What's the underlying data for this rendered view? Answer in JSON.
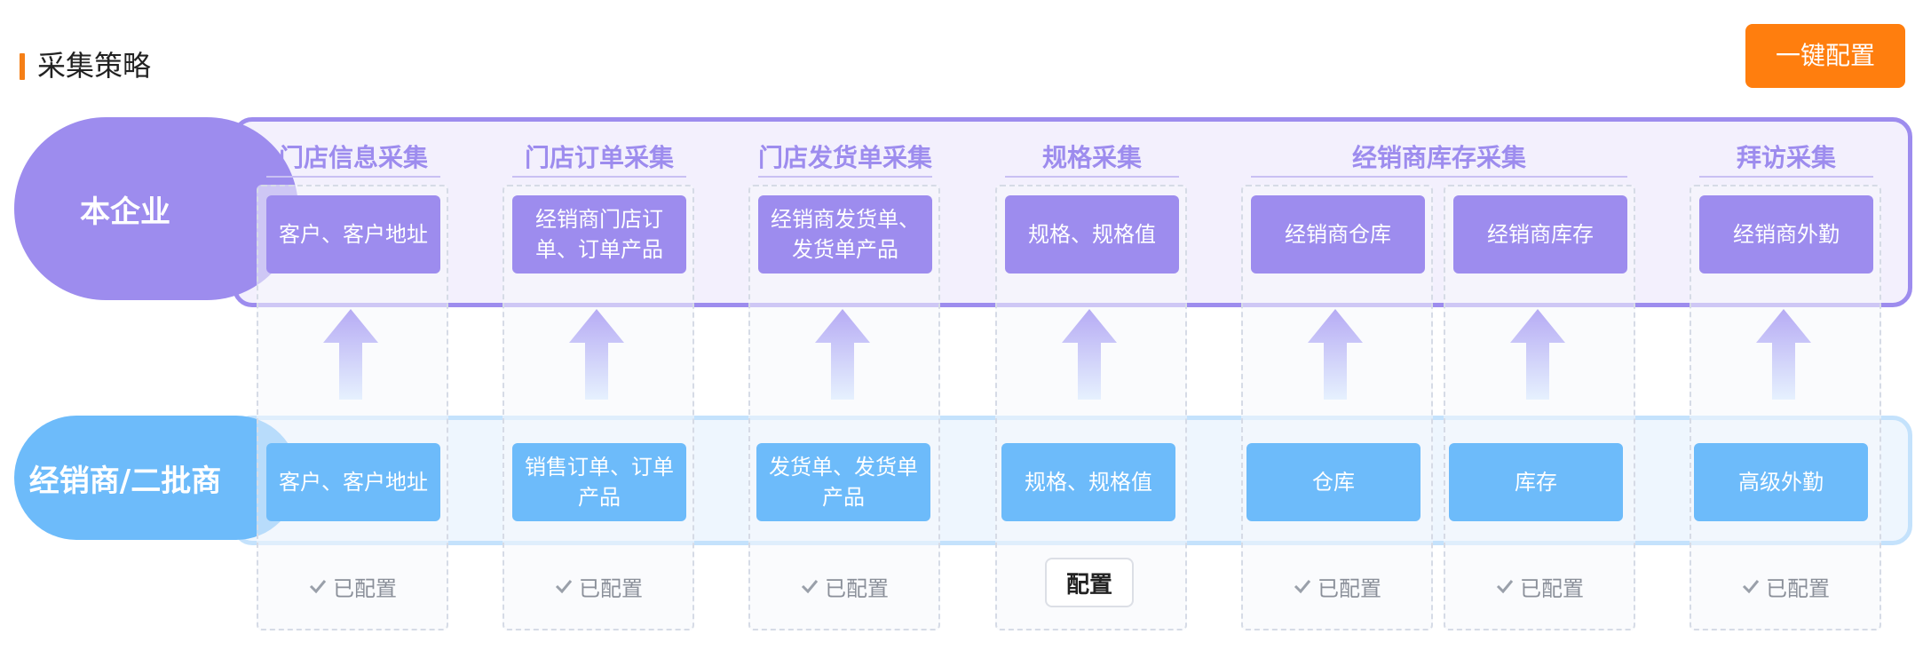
{
  "header": {
    "title": "采集策略",
    "one_key_button": "一键配置"
  },
  "rows": {
    "enterprise": "本企业",
    "distributor": "经销商/二批商"
  },
  "categories": [
    {
      "label": "门店信息采集"
    },
    {
      "label": "门店订单采集"
    },
    {
      "label": "门店发货单采集"
    },
    {
      "label": "规格采集"
    },
    {
      "label": "经销商库存采集"
    },
    {
      "label": "拜访采集"
    }
  ],
  "columns": [
    {
      "top": "客户、客户地址",
      "bottom": "客户、客户地址",
      "status": "已配置"
    },
    {
      "top": "经销商门店订单、订单产品",
      "bottom": "销售订单、订单产品",
      "status": "已配置"
    },
    {
      "top": "经销商发货单、发货单产品",
      "bottom": "发货单、发货单产品",
      "status": "已配置"
    },
    {
      "top": "规格、规格值",
      "bottom": "规格、规格值",
      "status": "配置"
    },
    {
      "top": "经销商仓库",
      "bottom": "仓库",
      "status": "已配置"
    },
    {
      "top": "经销商库存",
      "bottom": "库存",
      "status": "已配置"
    },
    {
      "top": "经销商外勤",
      "bottom": "高级外勤",
      "status": "已配置"
    }
  ],
  "icons": {
    "status_check": "check-icon",
    "flow_arrow": "arrow-up-icon"
  },
  "colors": {
    "accent_orange": "#ff7e0e",
    "enterprise_purple": "#9d8cee",
    "distributor_blue": "#6dbbfa",
    "status_gray": "#8a8f99"
  }
}
